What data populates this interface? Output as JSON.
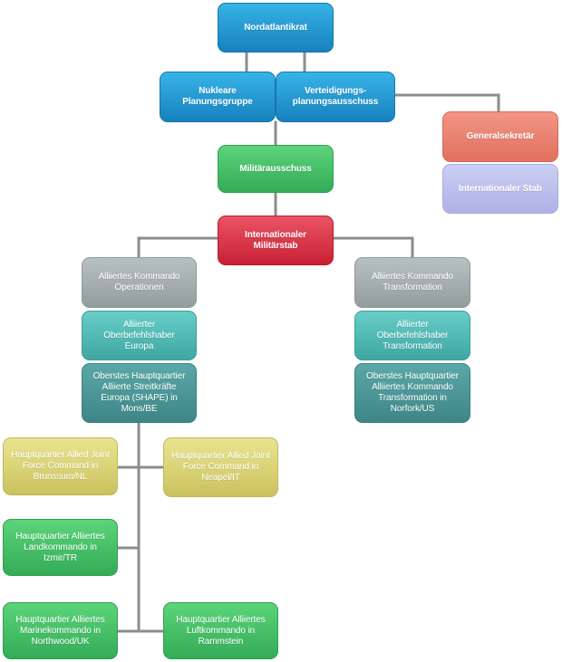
{
  "nodes": {
    "nordatlantikrat": "Nordatlantikrat",
    "nukleare_planungsgruppe": "Nukleare\nPlanungsgruppe",
    "verteidigungsplanungsausschuss": "Verteidigungs-\nplanungsausschuss",
    "generalsekretaer": "Generalsekretär",
    "internationaler_stab": "Internationaler Stab",
    "militaerausschuss": "Militärausschuss",
    "internationaler_militaerstab": "Internationaler\nMilitärstab",
    "ako": "Alliiertes Kommando\nOperationen",
    "akt": "Alliiertes Kommando\nTransformation",
    "sacEur": "Alliierter Oberbefehlshaber\nEuropa",
    "sacT": "Alliierter Oberbefehlshaber\nTransformation",
    "shape": "Oberstes Hauptquartier\nAlliierte Streitkräfte\nEuropa (SHAPE) in\nMons/BE",
    "hq_akt": "Oberstes Hauptquartier\nAlliiertes Kommando\nTransformation in\nNorfork/US",
    "jfc_brunssum": "Hauptquartier Allied Joint\nForce Command in\nBrunssum/NL",
    "jfc_neapel": "Hauptquartier Allied Joint\nForce Command in\nNeapel/IT",
    "land_izmir": "Hauptquartier Alliiertes\nLandkommando in\nIzmir/TR",
    "marine_northwood": "Hauptquartier Alliiertes\nMarinekommando in\nNorthwood/UK",
    "luft_rammstein": "Hauptquartier Alliiertes\nLuftkommando in\nRammstein"
  }
}
